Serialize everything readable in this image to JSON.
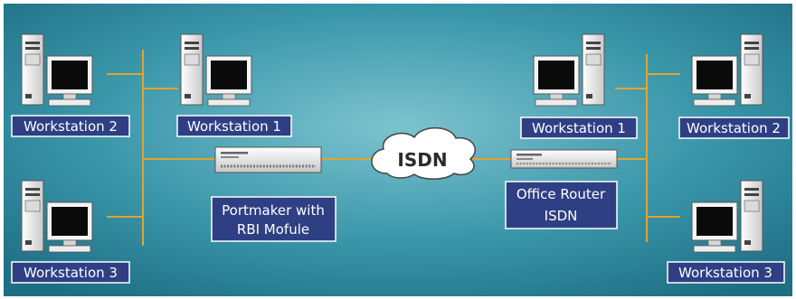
{
  "left_site": {
    "ws2": "Workstation 2",
    "ws1": "Workstation 1",
    "ws3": "Workstation 3",
    "device_line1": "Portmaker with",
    "device_line2": "RBI Mofule"
  },
  "cloud_label": "ISDN",
  "right_site": {
    "ws1": "Workstation 1",
    "ws2": "Workstation 2",
    "ws3": "Workstation 3",
    "device_line1": "Office Router",
    "device_line2": "ISDN"
  },
  "colors": {
    "background": "#2c8da0",
    "label_fill": "#2e3f84",
    "wire": "#e3a32f"
  }
}
